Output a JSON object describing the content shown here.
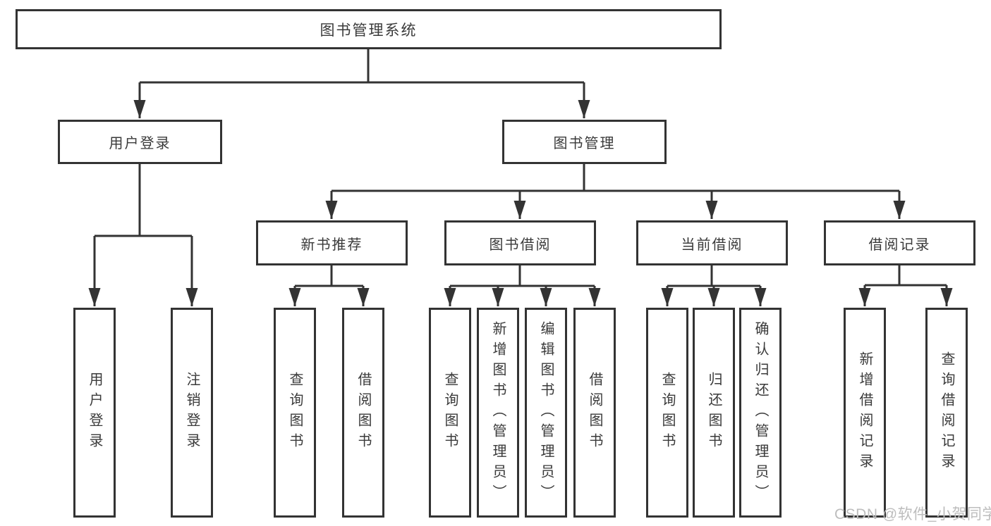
{
  "diagram": {
    "title": "图书管理系统",
    "root": "图书管理系统",
    "level2": {
      "user_login": "用户登录",
      "book_management": "图书管理"
    },
    "level3": {
      "new_book_recommend": "新书推荐",
      "book_borrow": "图书借阅",
      "current_borrow": "当前借阅",
      "borrow_record": "借阅记录"
    },
    "leaves": {
      "user_login": [
        "用户登录",
        "注销登录"
      ],
      "new_book_recommend": [
        "查询图书",
        "借阅图书"
      ],
      "book_borrow": [
        "查询图书",
        "新增图书（管理员）",
        "编辑图书（管理员）",
        "借阅图书"
      ],
      "current_borrow": [
        "查询图书",
        "归还图书",
        "确认归还（管理员）"
      ],
      "borrow_record": [
        "新增借阅记录",
        "查询借阅记录"
      ]
    }
  },
  "watermark": "CSDN @软件_小贺同学",
  "colors": {
    "line": "#333333",
    "text": "#3a3a3a",
    "box_background": "#ffffff",
    "page_background": "#ffffff",
    "watermark": "#bdbdbd"
  }
}
